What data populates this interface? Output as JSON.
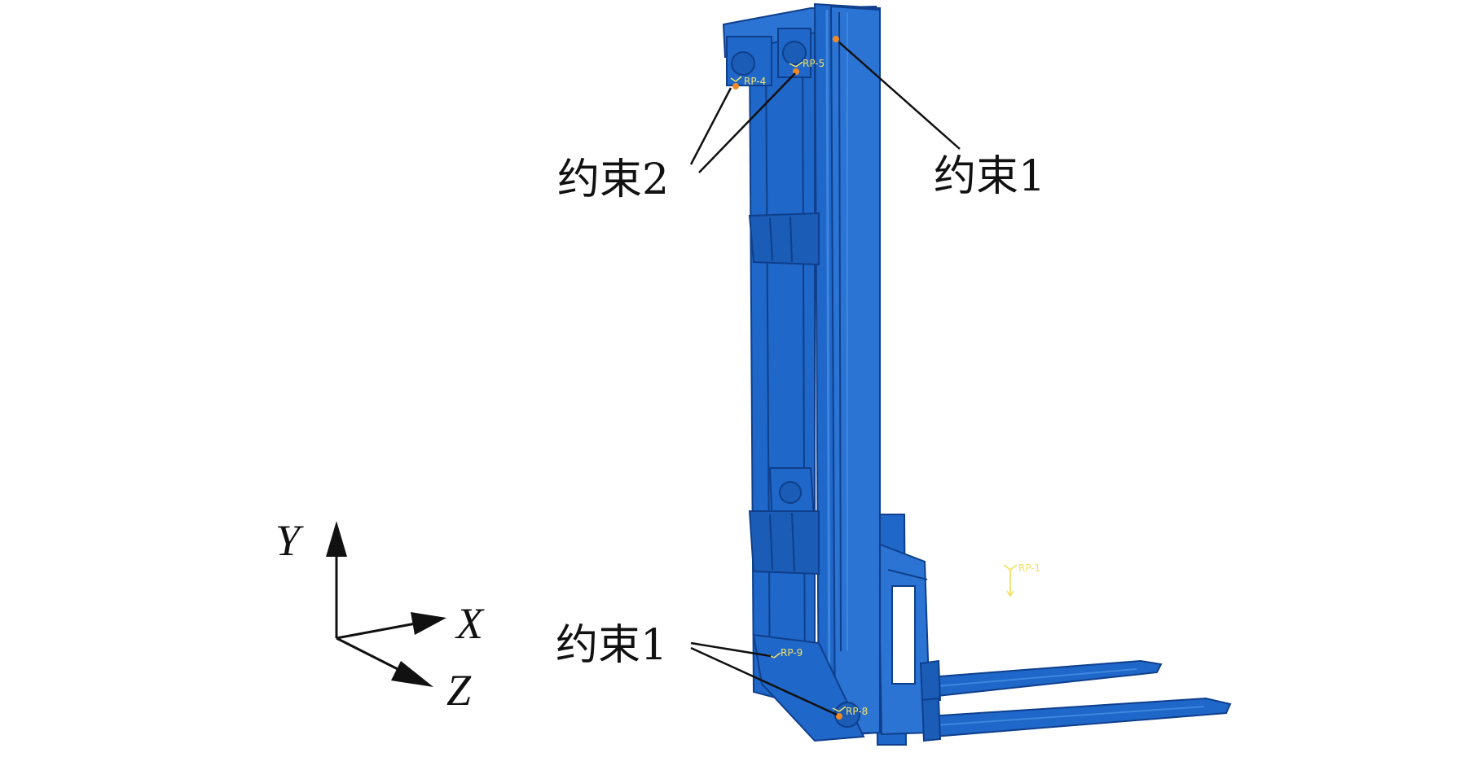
{
  "callouts": {
    "left_top": "约束2",
    "right_top": "约束1",
    "bottom": "约束1"
  },
  "axes": {
    "y": "Y",
    "x": "X",
    "z": "Z"
  },
  "reference_points": {
    "rp4": "RP-4",
    "rp5": "RP-5",
    "rp9": "RP-9",
    "rp8": "RP-8",
    "rp1": "RP-1"
  },
  "colors": {
    "model_blue": "#1f67c8",
    "model_dark": "#0f3f8c",
    "model_light": "#3f86e0",
    "rp_yellow": "#f2e26a",
    "constraint_orange": "#f08a24"
  }
}
